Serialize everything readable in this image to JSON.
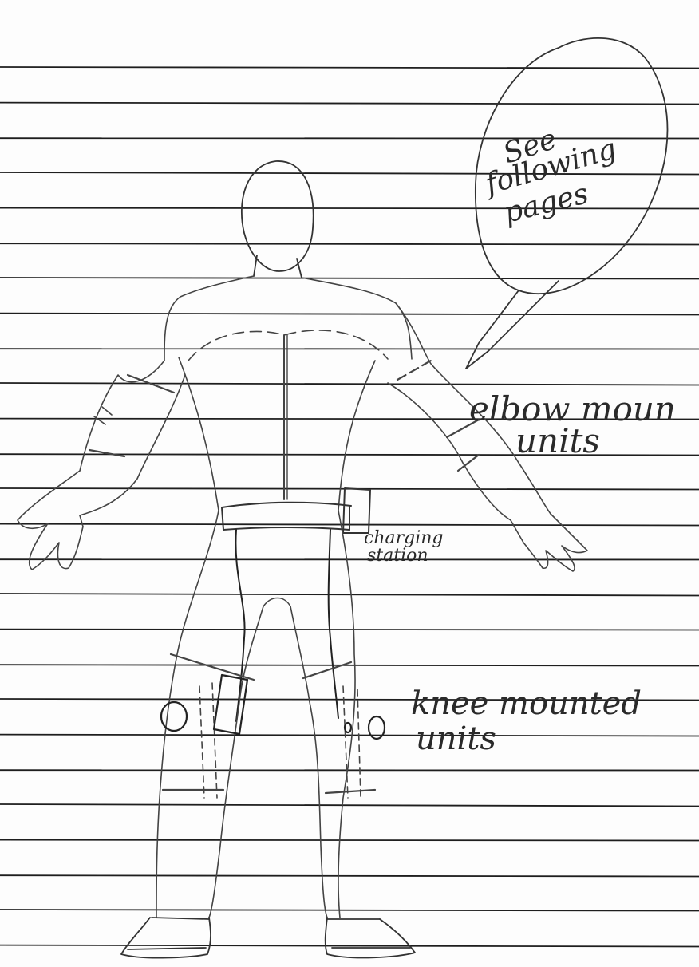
{
  "annotations": {
    "bubble_line1": "See",
    "bubble_line2": "following",
    "bubble_line3": "pages",
    "elbow_line1": "elbow moun",
    "elbow_line2": "units",
    "charging_line1": "charging",
    "charging_line2": "station",
    "knee_line1": "knee mounted",
    "knee_line2": "units"
  },
  "colors": {
    "paper": "#fdfdfd",
    "rule_line": "#1e1e1e",
    "ink": "#2a2a2a",
    "pencil": "#555555"
  }
}
